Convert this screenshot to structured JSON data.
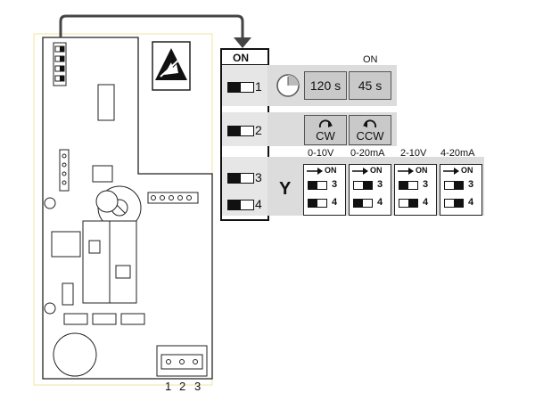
{
  "switch_block": {
    "on_label": "ON",
    "switches": [
      "1",
      "2",
      "3",
      "4"
    ]
  },
  "row_time": {
    "on_label": "ON",
    "options": [
      "120 s",
      "45 s"
    ]
  },
  "row_direction": {
    "options": [
      "CW",
      "CCW"
    ]
  },
  "row_signal": {
    "y_label": "Y",
    "modes": [
      {
        "label": "0-10V",
        "on": "ON",
        "sw3": "3",
        "sw4": "4"
      },
      {
        "label": "0-20mA",
        "on": "ON",
        "sw3": "3",
        "sw4": "4"
      },
      {
        "label": "2-10V",
        "on": "ON",
        "sw3": "3",
        "sw4": "4"
      },
      {
        "label": "4-20mA",
        "on": "ON",
        "sw3": "3",
        "sw4": "4"
      }
    ]
  },
  "board": {
    "terminal_labels": [
      "1",
      "2",
      "3"
    ],
    "esd_icon": "esd-warning-icon",
    "timer_icon": "timer-icon"
  }
}
